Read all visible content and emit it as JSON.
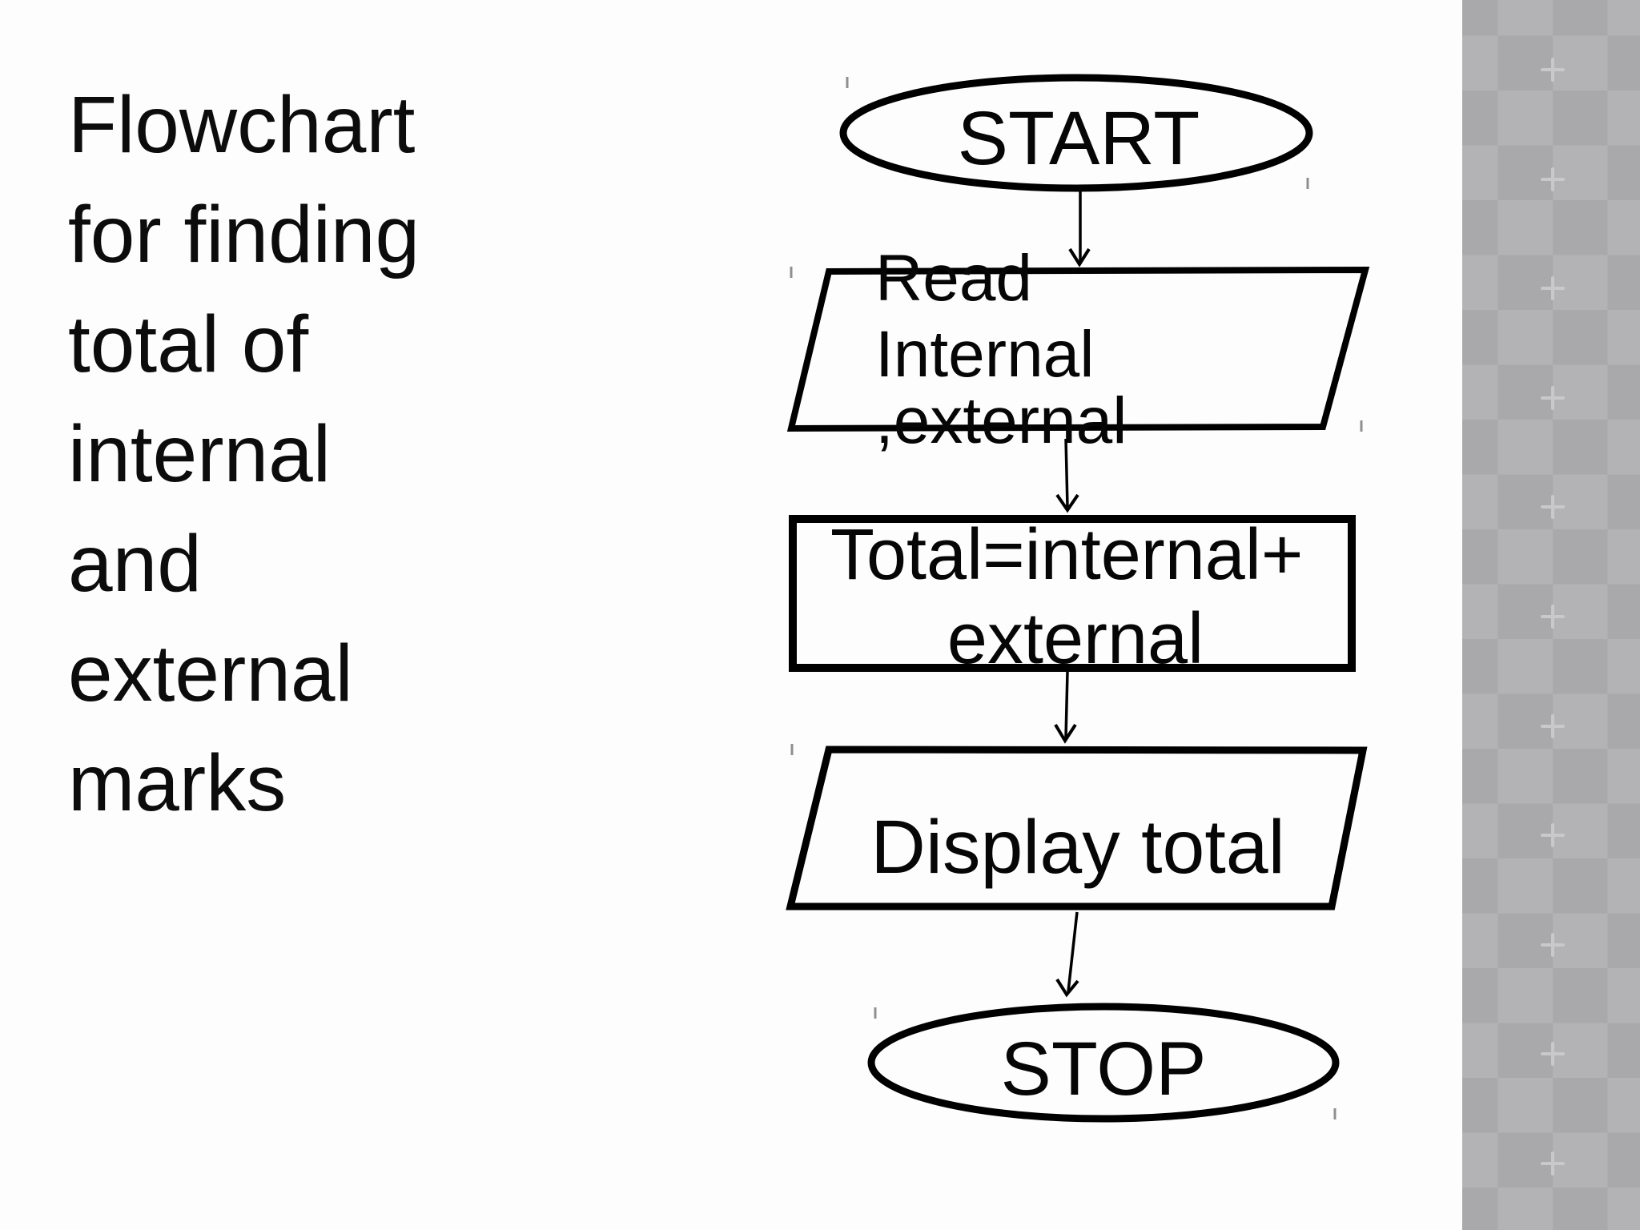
{
  "slide": {
    "title_lines": [
      "Flowchart",
      "for finding",
      "total of",
      "internal",
      "and",
      "external",
      "marks"
    ],
    "title_text": "Flowchart for finding total of internal and external marks"
  },
  "flowchart": {
    "nodes": [
      {
        "id": "start",
        "type": "terminator",
        "label": "START"
      },
      {
        "id": "read-input",
        "type": "io-parallelogram",
        "lines": [
          "Read",
          "Internal",
          ",external"
        ]
      },
      {
        "id": "process-total",
        "type": "process-rect",
        "lines": [
          "Total=internal+",
          "external"
        ]
      },
      {
        "id": "display-output",
        "type": "io-parallelogram",
        "label": "Display total"
      },
      {
        "id": "stop",
        "type": "terminator",
        "label": "STOP"
      }
    ]
  },
  "colors": {
    "ink": "#000000",
    "bullet_accent": "#a84a9c",
    "sidebar_light": "#b3b2b4",
    "sidebar_dark": "#a9a8aa",
    "sidebar_sparkle": "#c9c8ca"
  }
}
